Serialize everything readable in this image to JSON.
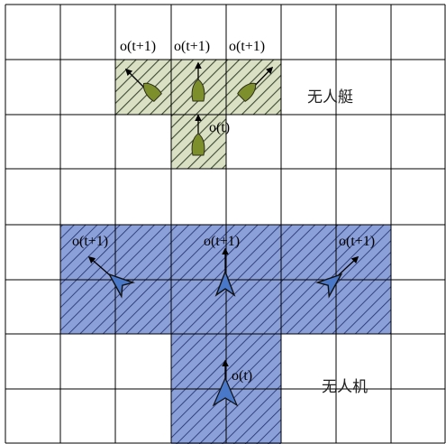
{
  "labels": {
    "next_position": "o(t+1)",
    "current_position": "o(t)",
    "boat_caption": "无人艇",
    "uav_caption": "无人机"
  },
  "colors": {
    "boat_cell_fill": "#d9e0c3",
    "boat_hatch": "#3f4a33",
    "boat_body": "#7d8f2c",
    "uav_cell_fill": "#8b9fd8",
    "uav_hatch": "#1d2d6b",
    "uav_body": "#4a78c9",
    "grid_line": "#000000"
  },
  "icons": {
    "boat": "boat-icon",
    "uav": "uav-arrowhead-icon",
    "heading": "heading-arrow-icon"
  }
}
